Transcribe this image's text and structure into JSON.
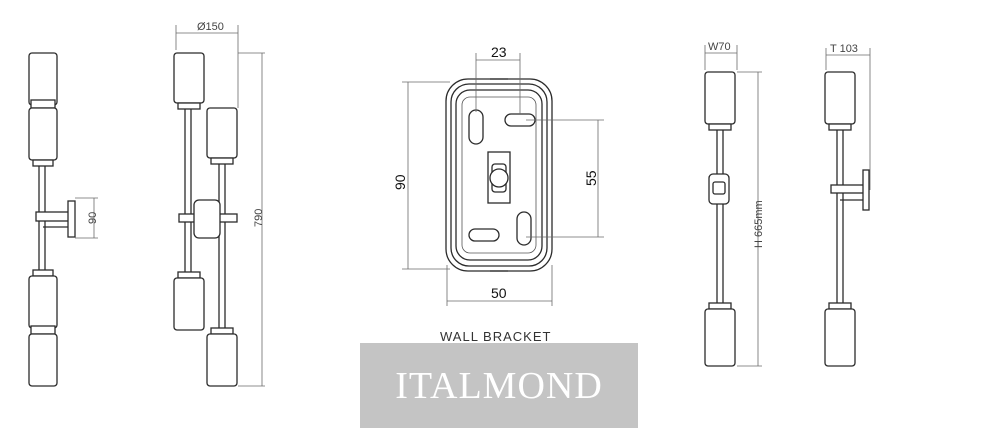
{
  "drawing": {
    "view1": {
      "height_label": "90"
    },
    "view2": {
      "diameter_label": "Ø150",
      "height_label": "790"
    },
    "bracket": {
      "top_label": "23",
      "left_label": "90",
      "right_label": "55",
      "bottom_label": "50",
      "caption": "WALL BRACKET"
    },
    "view4": {
      "width_label": "W70",
      "height_label": "H 665mm"
    },
    "view5": {
      "depth_label": "T 103"
    }
  },
  "watermark": {
    "text": "ITALMOND"
  }
}
